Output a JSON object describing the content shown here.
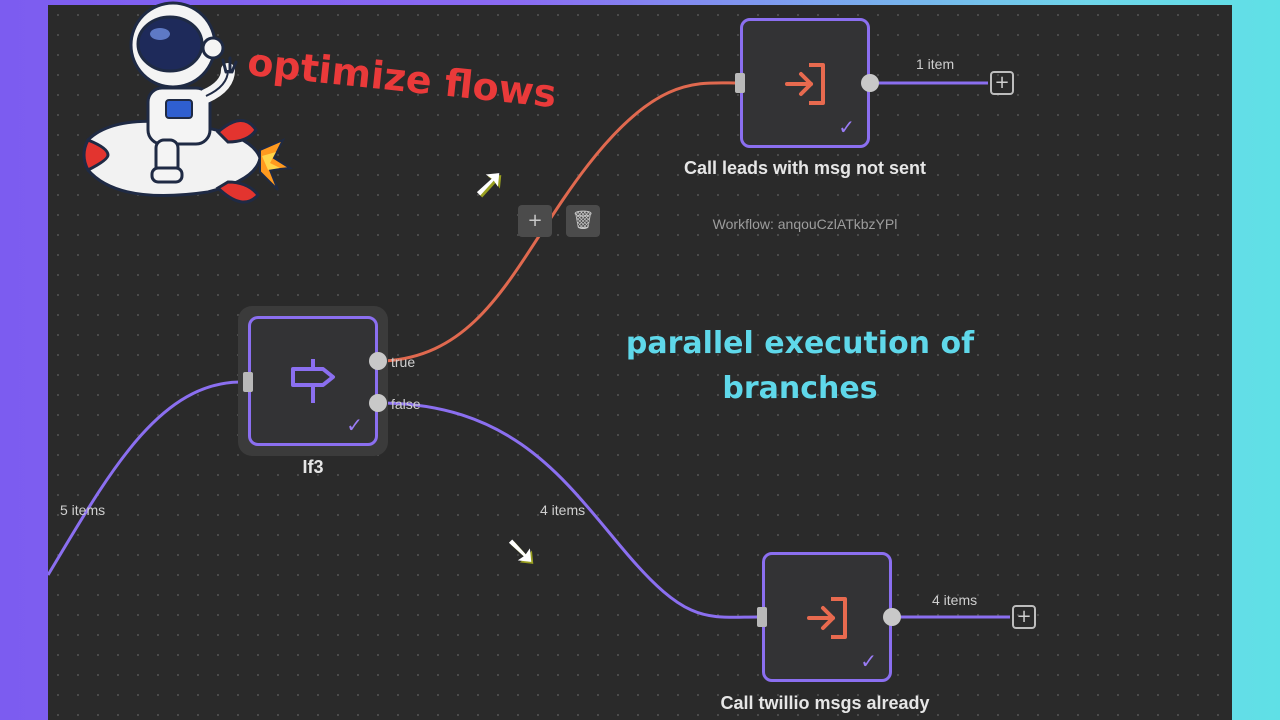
{
  "annotations": {
    "headline": "optimize flows",
    "caption": "parallel execution of branches"
  },
  "colors": {
    "node_border": "#8b6ff0",
    "edge_main": "#8b6ff0",
    "edge_true": "#e0694f",
    "icon_accent": "#e86a4f",
    "caption": "#5fd8ea",
    "headline": "#ea3a3a"
  },
  "nodes": {
    "if": {
      "title": "If3",
      "icon": "signpost-icon",
      "output_true": "true",
      "output_false": "false"
    },
    "call_leads": {
      "title": "Call leads with msg not sent",
      "subtitle": "Workflow: anqouCzlATkbzYPl",
      "icon": "sign-in-icon",
      "output_count": "1 item"
    },
    "call_twilio": {
      "title": "Call twillio msgs already",
      "icon": "sign-in-icon",
      "output_count": "4 items"
    }
  },
  "edges": {
    "incoming_count": "5 items",
    "false_count": "4 items"
  },
  "toolbar": {
    "add_symbol": "+",
    "delete_symbol": "🗑"
  },
  "add_node_symbol": "+"
}
